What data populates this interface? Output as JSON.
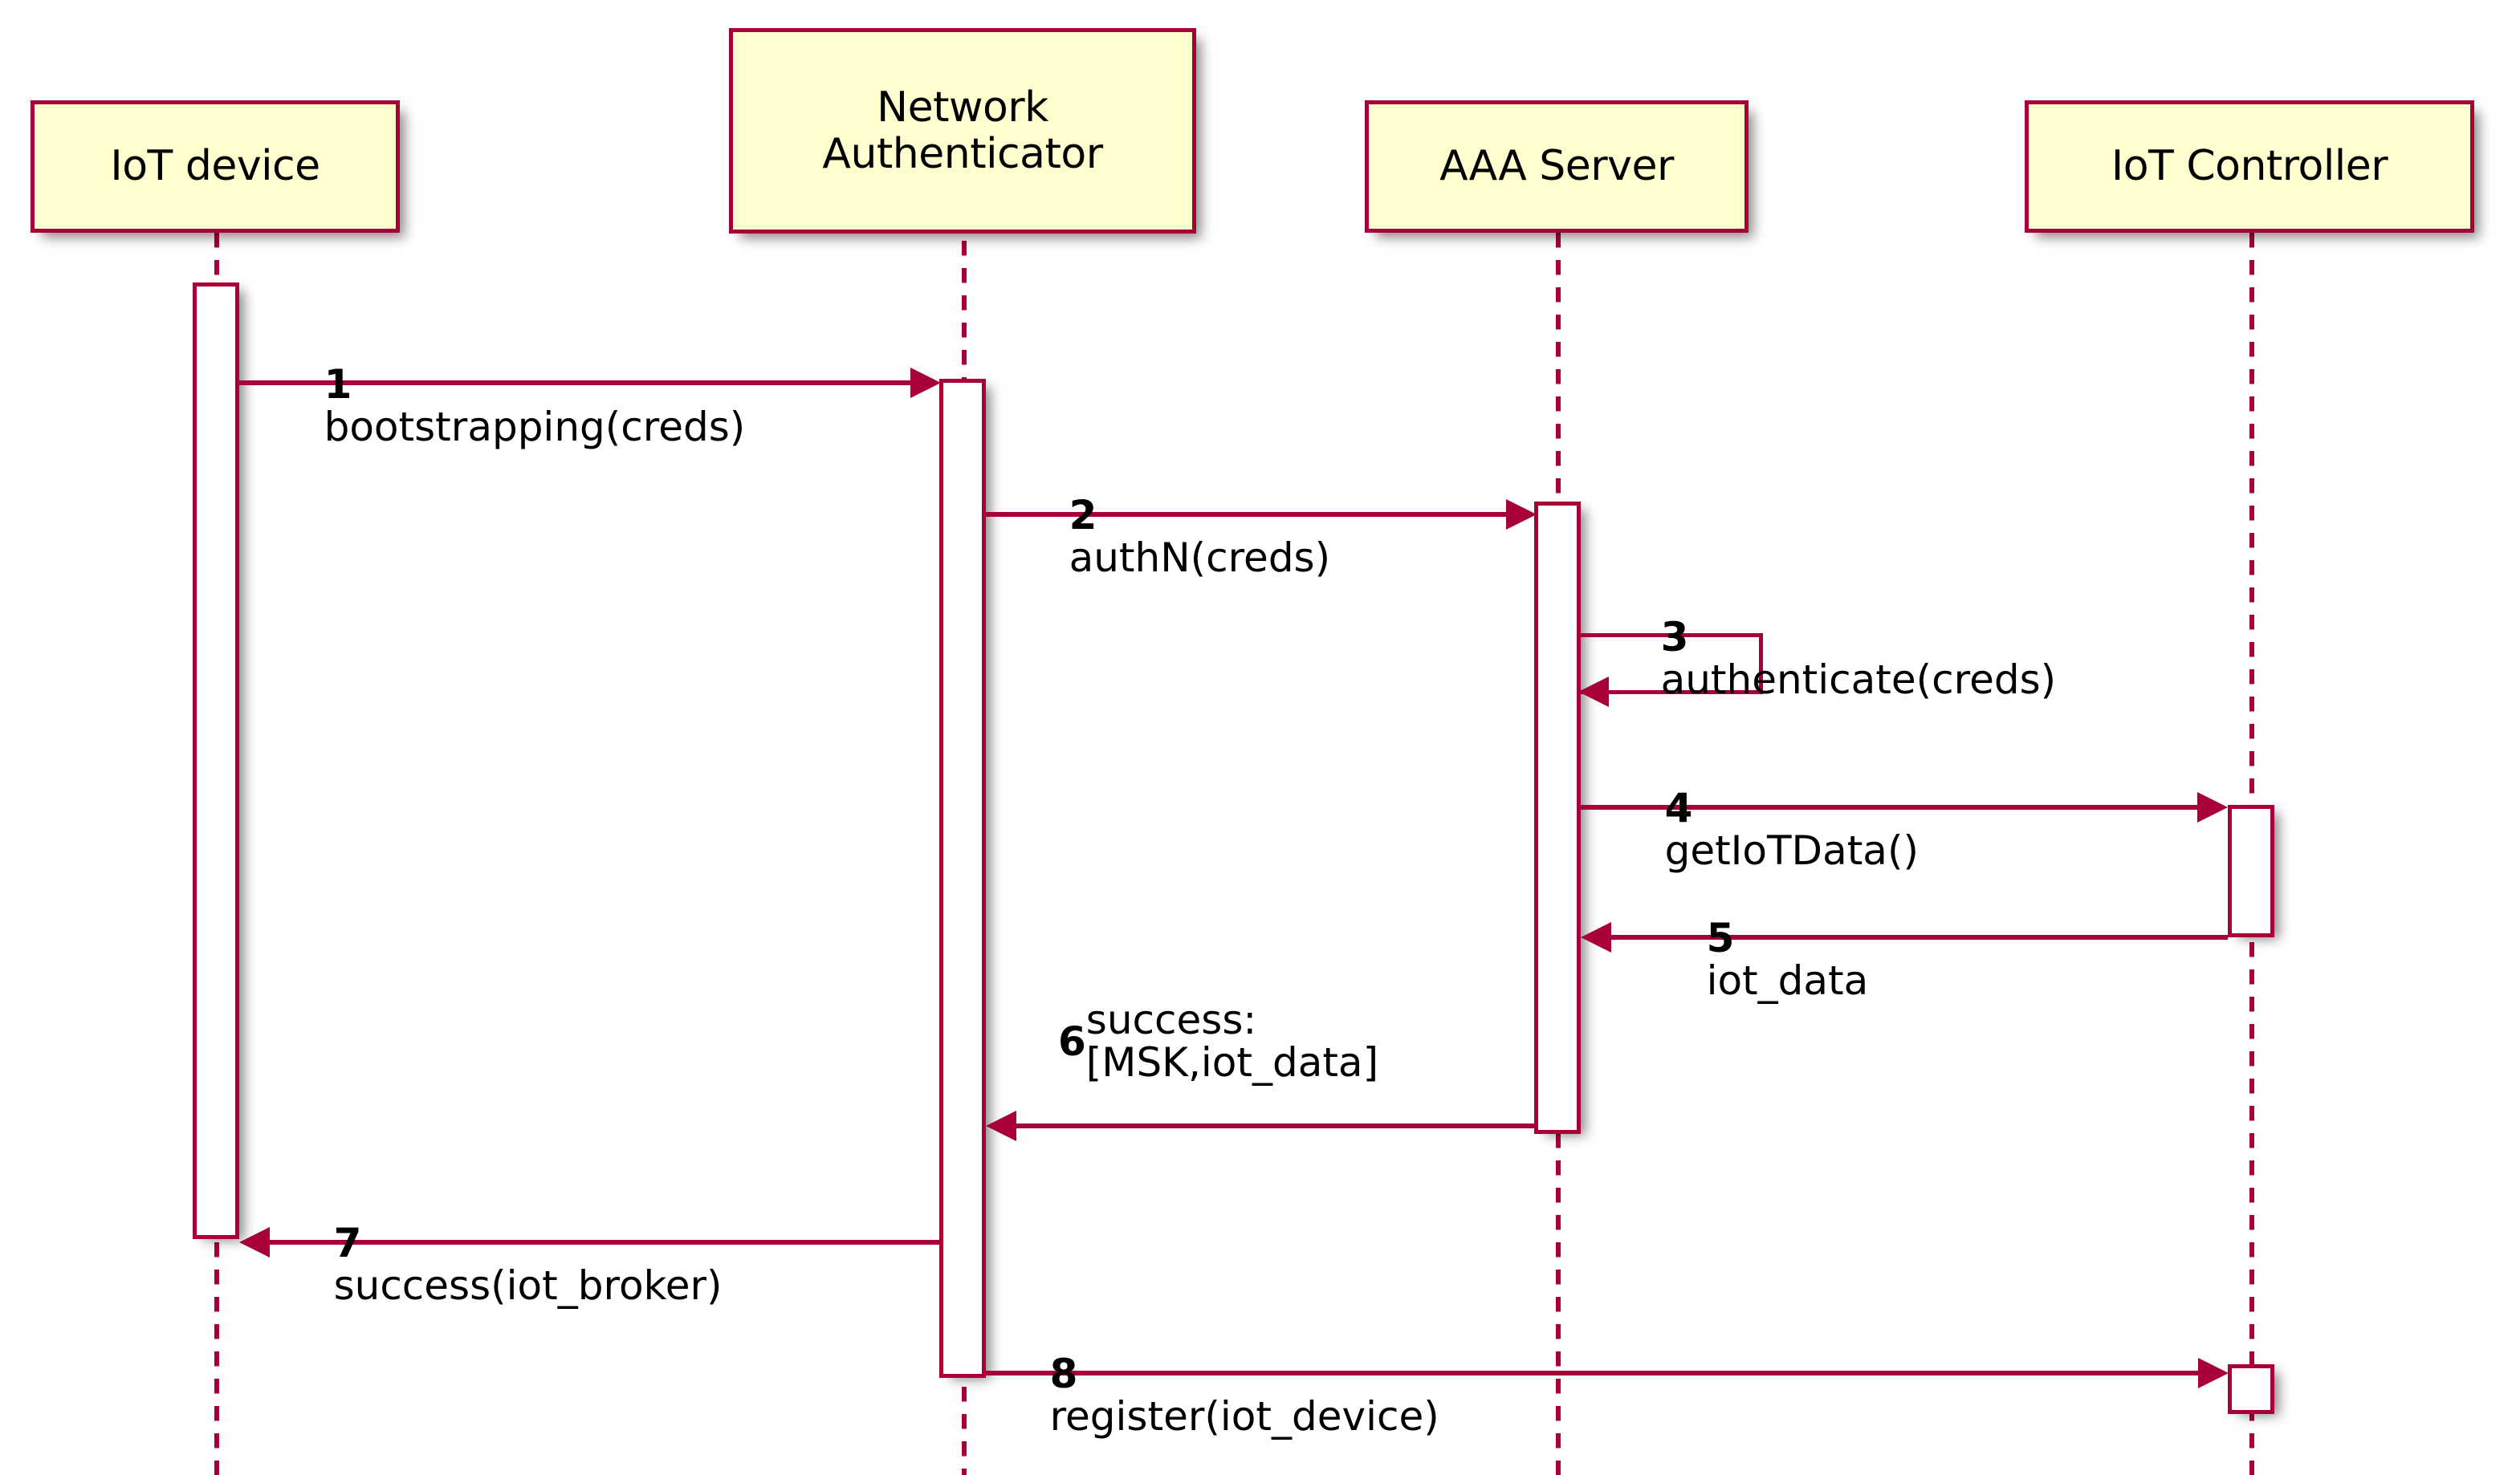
{
  "diagram": {
    "type": "uml-sequence-diagram",
    "colors": {
      "stroke": "#A80036",
      "participant_fill": "#FEFECE",
      "activation_fill": "#FFFFFF",
      "text": "#000000",
      "background": "#FFFFFF"
    }
  },
  "participants": [
    {
      "id": "iot-device",
      "label": "IoT device"
    },
    {
      "id": "network-authenticator",
      "label": "Network\nAuthenticator"
    },
    {
      "id": "aaa-server",
      "label": "AAA Server"
    },
    {
      "id": "iot-controller",
      "label": "IoT Controller"
    }
  ],
  "messages": [
    {
      "num": "1",
      "text": "bootstrapping(creds)",
      "from": "iot-device",
      "to": "network-authenticator",
      "direction": "right"
    },
    {
      "num": "2",
      "text": "authN(creds)",
      "from": "network-authenticator",
      "to": "aaa-server",
      "direction": "right"
    },
    {
      "num": "3",
      "text": "authenticate(creds)",
      "from": "aaa-server",
      "to": "aaa-server",
      "direction": "self"
    },
    {
      "num": "4",
      "text": "getIoTData()",
      "from": "aaa-server",
      "to": "iot-controller",
      "direction": "right"
    },
    {
      "num": "5",
      "text": "iot_data",
      "from": "iot-controller",
      "to": "aaa-server",
      "direction": "left"
    },
    {
      "num": "6",
      "text": "success:",
      "text2": "[MSK,iot_data]",
      "from": "aaa-server",
      "to": "network-authenticator",
      "direction": "left"
    },
    {
      "num": "7",
      "text": "success(iot_broker)",
      "from": "network-authenticator",
      "to": "iot-device",
      "direction": "left"
    },
    {
      "num": "8",
      "text": "register(iot_device)",
      "from": "network-authenticator",
      "to": "iot-controller",
      "direction": "right"
    }
  ]
}
